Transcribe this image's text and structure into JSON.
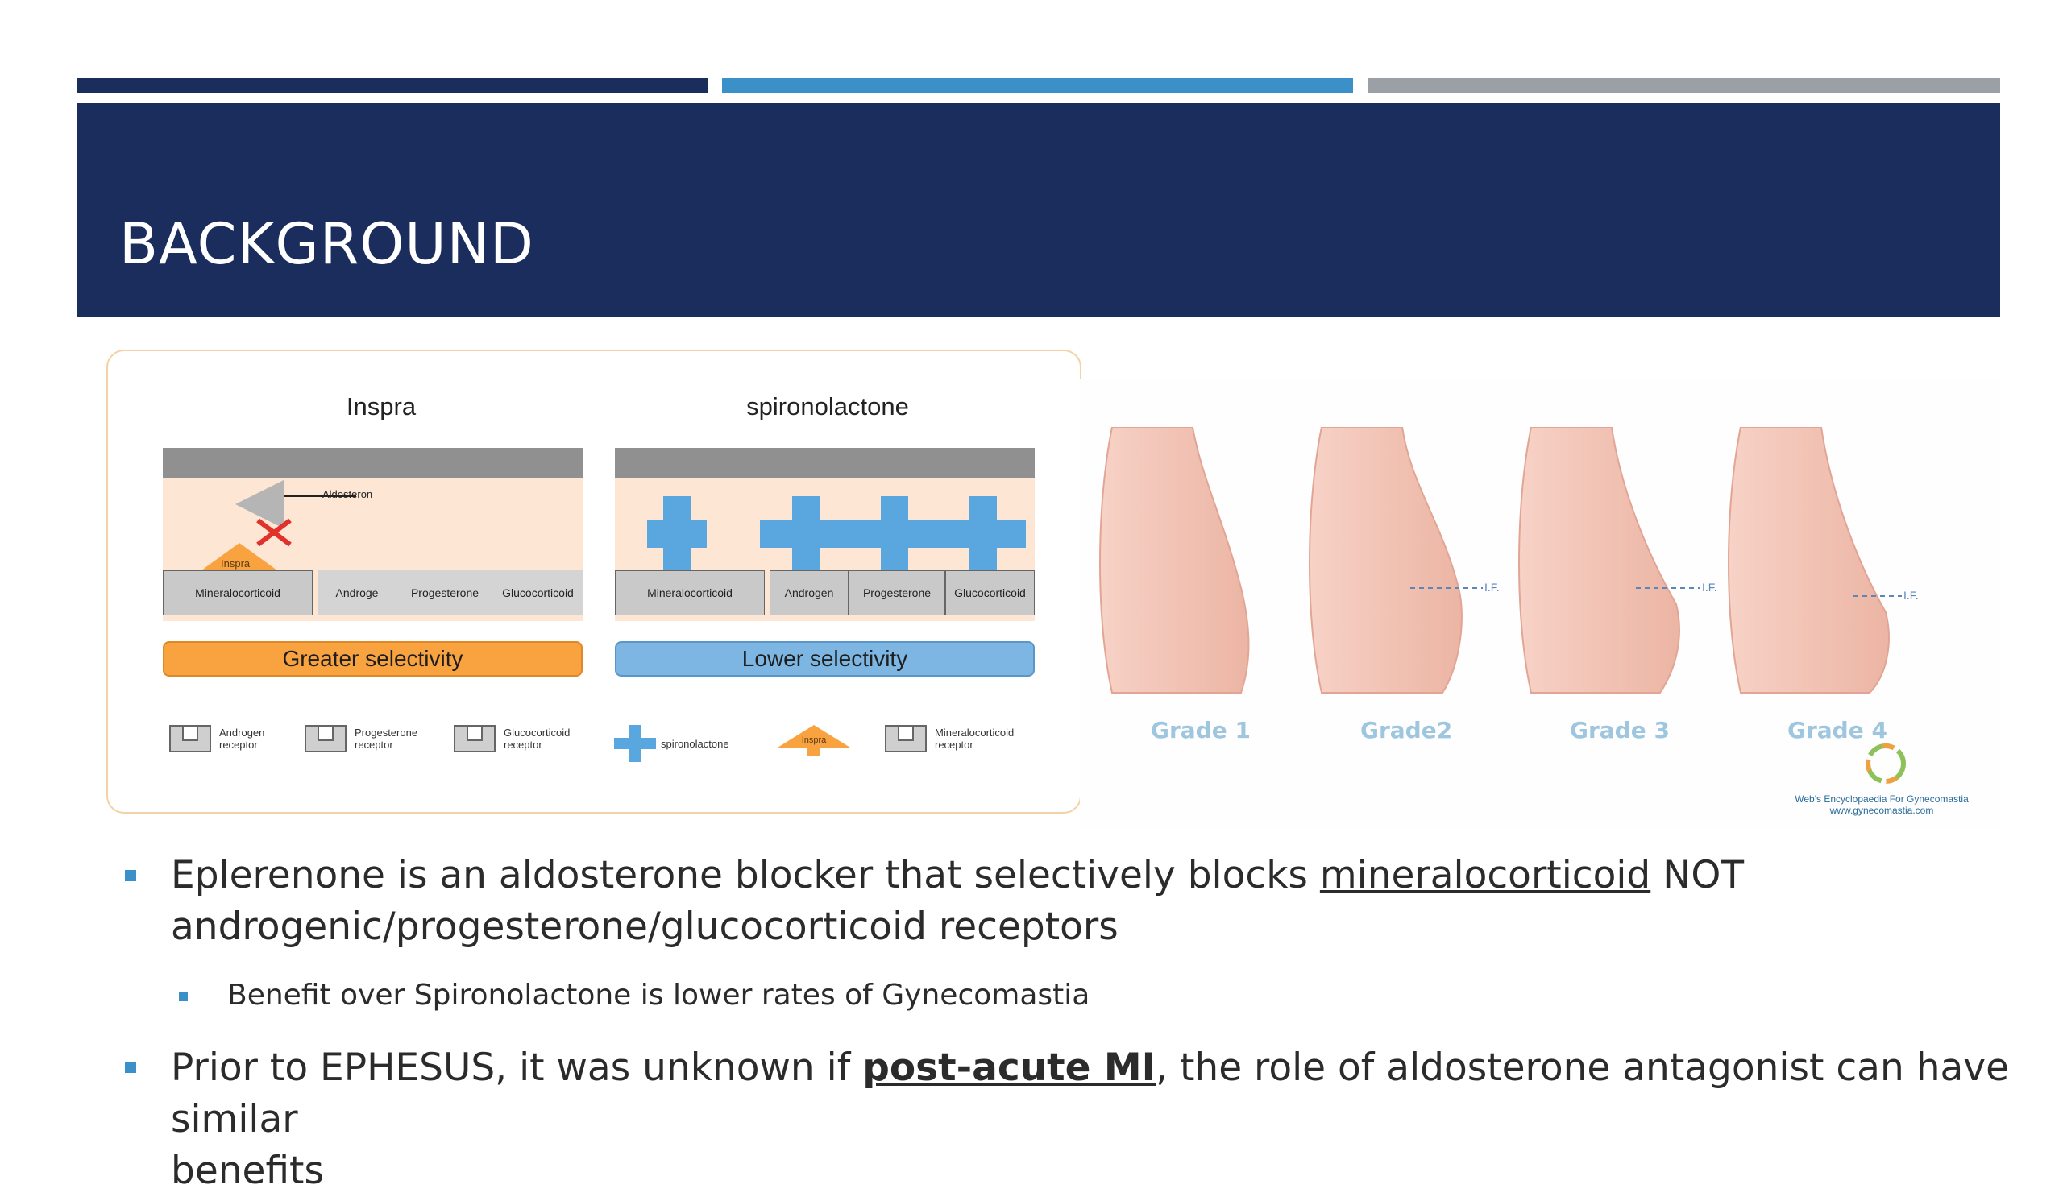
{
  "slide": {
    "title": "BACKGROUND"
  },
  "diagram": {
    "left_title": "Inspra",
    "right_title": "spironolactone",
    "aldosterone_label": "Aldosteron",
    "inspra_label": "Inspra",
    "left_receptors": [
      "Mineralocorticoid",
      "Androge",
      "Progesterone",
      "Glucocorticoid"
    ],
    "right_receptors": [
      "Mineralocorticoid",
      "Androgen",
      "Progesterone",
      "Glucocorticoid"
    ],
    "greater": "Greater selectivity",
    "lower": "Lower selectivity",
    "legend": [
      {
        "line1": "Androgen",
        "line2": "receptor"
      },
      {
        "line1": "Progesterone",
        "line2": "receptor"
      },
      {
        "line1": "Glucocorticoid",
        "line2": "receptor"
      },
      {
        "line1": "spironolactone",
        "line2": ""
      },
      {
        "line1": "Inspra",
        "line2": ""
      },
      {
        "line1": "Mineralocorticoid",
        "line2": "receptor"
      }
    ]
  },
  "figure": {
    "grades": [
      "Grade 1",
      "Grade2",
      "Grade 3",
      "Grade 4"
    ],
    "if_label": "I.F.",
    "credit_line1": "Web's Encyclopaedia For Gynecomastia",
    "credit_line2": "www.gynecomastia.com"
  },
  "bullets": [
    {
      "pre": "Eplerenone is an aldosterone blocker that selectively blocks ",
      "underline": "mineralocorticoid",
      "post": " NOT",
      "line2": "androgenic/progesterone/glucocorticoid receptors"
    },
    {
      "sub": "Benefit over Spironolactone is lower rates of Gynecomastia"
    },
    {
      "pre": "Prior to EPHESUS, it was unknown if ",
      "bold_underline": "post-acute MI",
      "post": ", the role of aldosterone antagonist can have similar",
      "line2": "benefits"
    }
  ],
  "colors": {
    "navy": "#1b2d5c",
    "blue": "#3b90c8",
    "gray": "#9aa0a6",
    "orange": "#f8a33f",
    "lightblue": "#7db6e2"
  }
}
